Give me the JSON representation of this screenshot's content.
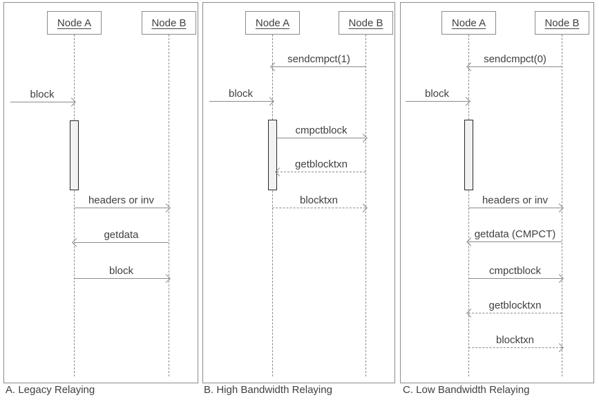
{
  "colors": {
    "line_gray": "#8a8a8a",
    "text_gray": "#404040",
    "activation_fill": "#f2f2f2",
    "activation_border": "#262626",
    "background": "#ffffff"
  },
  "panels": [
    {
      "caption": "A. Legacy Relaying",
      "nodes": {
        "a": "Node A",
        "b": "Node B"
      },
      "messages": [
        {
          "label": "block",
          "from": "network",
          "to": "node_a",
          "line": "solid",
          "direction": "right"
        },
        {
          "label": "headers or inv",
          "from": "node_a",
          "to": "node_b",
          "line": "solid",
          "direction": "right"
        },
        {
          "label": "getdata",
          "from": "node_b",
          "to": "node_a",
          "line": "solid",
          "direction": "left"
        },
        {
          "label": "block",
          "from": "node_a",
          "to": "node_b",
          "line": "solid",
          "direction": "right"
        }
      ]
    },
    {
      "caption": "B. High Bandwidth Relaying",
      "nodes": {
        "a": "Node A",
        "b": "Node B"
      },
      "messages": [
        {
          "label": "sendcmpct(1)",
          "from": "node_b",
          "to": "node_a",
          "line": "solid",
          "direction": "left"
        },
        {
          "label": "block",
          "from": "network",
          "to": "node_a",
          "line": "solid",
          "direction": "right"
        },
        {
          "label": "cmpctblock",
          "from": "node_a",
          "to": "node_b",
          "line": "solid",
          "direction": "right"
        },
        {
          "label": "getblocktxn",
          "from": "node_b",
          "to": "node_a",
          "line": "dashed",
          "direction": "left"
        },
        {
          "label": "blocktxn",
          "from": "node_a",
          "to": "node_b",
          "line": "dashed",
          "direction": "right"
        }
      ]
    },
    {
      "caption": "C. Low Bandwidth Relaying",
      "nodes": {
        "a": "Node A",
        "b": "Node B"
      },
      "messages": [
        {
          "label": "sendcmpct(0)",
          "from": "node_b",
          "to": "node_a",
          "line": "solid",
          "direction": "left"
        },
        {
          "label": "block",
          "from": "network",
          "to": "node_a",
          "line": "solid",
          "direction": "right"
        },
        {
          "label": "headers or inv",
          "from": "node_a",
          "to": "node_b",
          "line": "solid",
          "direction": "right"
        },
        {
          "label": "getdata (CMPCT)",
          "from": "node_b",
          "to": "node_a",
          "line": "solid",
          "direction": "left"
        },
        {
          "label": "cmpctblock",
          "from": "node_a",
          "to": "node_b",
          "line": "solid",
          "direction": "right"
        },
        {
          "label": "getblocktxn",
          "from": "node_b",
          "to": "node_a",
          "line": "dashed",
          "direction": "left"
        },
        {
          "label": "blocktxn",
          "from": "node_a",
          "to": "node_b",
          "line": "dashed",
          "direction": "right"
        }
      ]
    }
  ]
}
